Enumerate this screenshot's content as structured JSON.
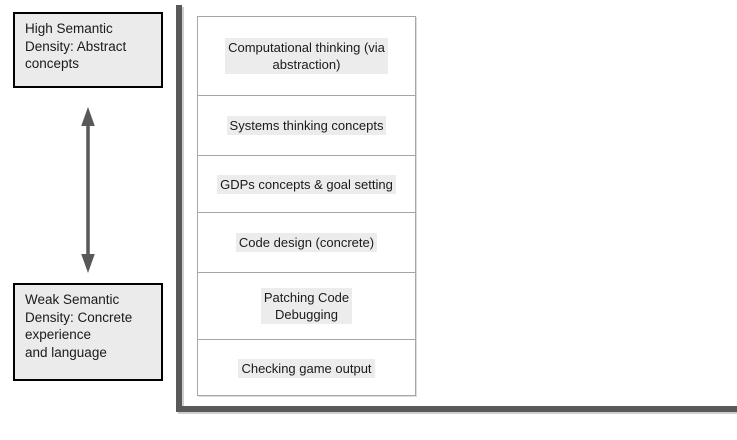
{
  "diagram": {
    "left_panel": {
      "top_box": {
        "text": "High Semantic\nDensity: Abstract\nconcepts"
      },
      "bottom_box": {
        "text": "Weak Semantic\nDensity: Concrete\nexperience\nand language"
      },
      "arrow": "vertical-double-arrow"
    },
    "stack": {
      "items": [
        {
          "text": "Computational thinking (via\nabstraction)"
        },
        {
          "text": "Systems thinking concepts"
        },
        {
          "text": "GDPs concepts & goal setting"
        },
        {
          "text": "Code design (concrete)"
        },
        {
          "text": "Patching Code\nDebugging"
        },
        {
          "text": "Checking game output"
        }
      ]
    },
    "colors": {
      "axis": "#595959",
      "arrow": "#595959",
      "box_fill": "#ebebeb",
      "box_border": "#000000",
      "stack_border": "#a6a6a6",
      "text_highlight": "#ececec",
      "text": "#1a1a1a",
      "background": "#ffffff"
    }
  }
}
